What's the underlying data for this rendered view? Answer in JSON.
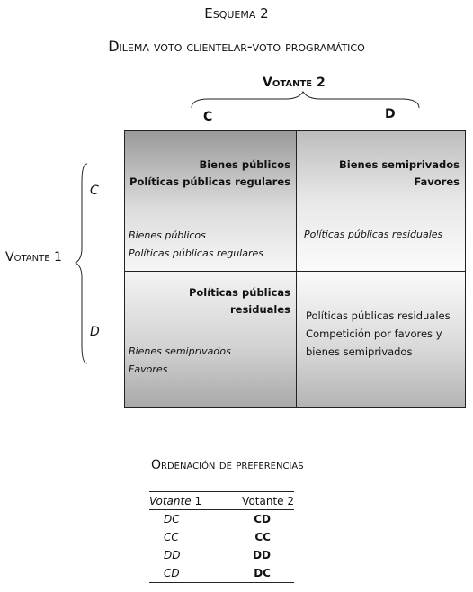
{
  "scheme": {
    "title": "Esquema 2",
    "subtitle": "Dilema voto clientelar-voto programático"
  },
  "matrix": {
    "voter2_label": "Votante 2",
    "voter1_label": "Votante 1",
    "col_labels": [
      "C",
      "D"
    ],
    "row_labels": [
      "C",
      "D"
    ],
    "cells": {
      "cc": {
        "voter2": [
          "Bienes públicos",
          "Políticas públicas regulares"
        ],
        "voter1": [
          "Bienes públicos",
          "Políticas públicas regulares"
        ]
      },
      "cd": {
        "voter2": [
          "Bienes semiprivados",
          "Favores"
        ],
        "voter1": [
          "Políticas públicas residuales"
        ]
      },
      "dc": {
        "voter2": [
          "Políticas públicas residuales"
        ],
        "voter1": [
          "Bienes semiprivados",
          "Favores"
        ]
      },
      "dd": {
        "both": [
          "Políticas públicas residuales",
          "Competición por favores y",
          "bienes semiprivados"
        ]
      }
    }
  },
  "preferences": {
    "title": "Ordenación de preferencias",
    "header": {
      "voter1_word": "Votante",
      "voter1_num": "1",
      "voter2": "Votante 2"
    },
    "rows": [
      {
        "v1": "DC",
        "v2": "CD"
      },
      {
        "v1": "CC",
        "v2": "CC"
      },
      {
        "v1": "DD",
        "v2": "DD"
      },
      {
        "v1": "CD",
        "v2": "DC"
      }
    ]
  }
}
